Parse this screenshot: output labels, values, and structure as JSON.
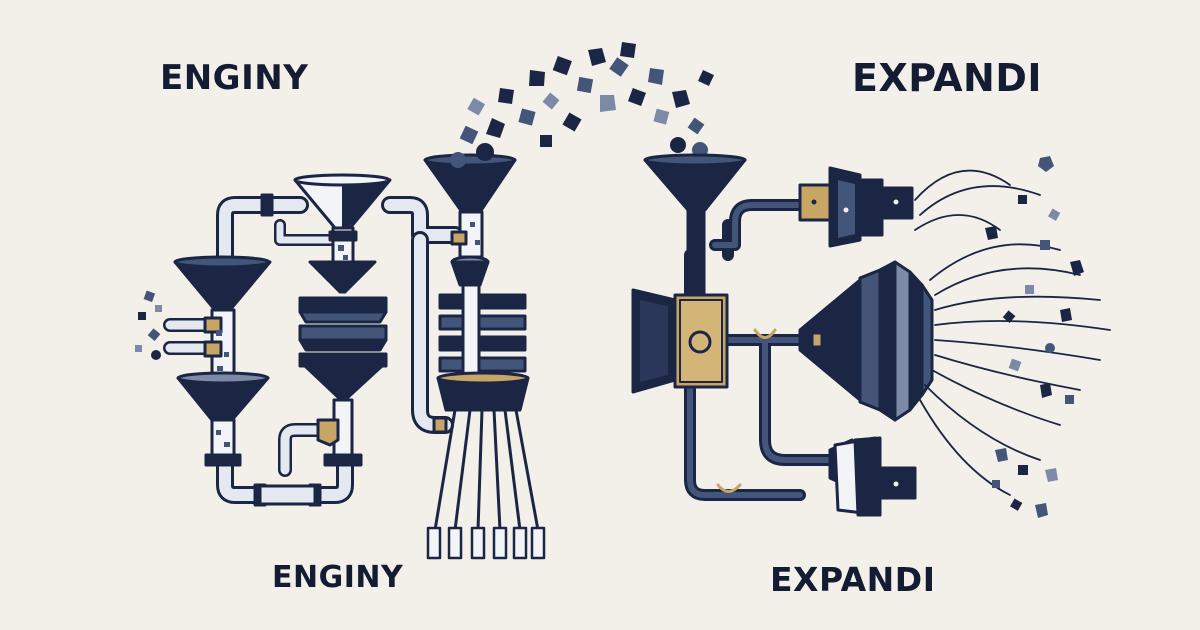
{
  "labels": {
    "left_top": "ENGINY",
    "right_top": "EXPANDI",
    "left_bottom": "ENGINY",
    "right_bottom": "EXPANDI"
  },
  "colors": {
    "background": "#f3f0ea",
    "navy": "#1b2645",
    "slate": "#44557a",
    "steel": "#7c8aa8",
    "gold": "#c7a564",
    "pipe": "#e4e9f1"
  },
  "icons": [
    "funnel-icon",
    "pipe-icon",
    "valve-icon",
    "filter-stack-icon",
    "speaker-horn-icon",
    "fiber-bundle-icon",
    "particle-icon"
  ]
}
